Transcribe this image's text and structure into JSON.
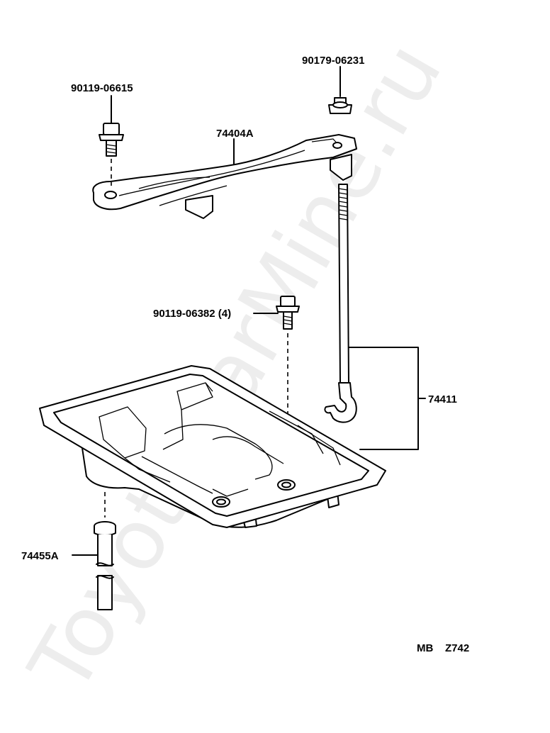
{
  "watermark": "ToyotaCarMine.ru",
  "parts": [
    {
      "code": "90119-06615"
    },
    {
      "code": "90179-06231"
    },
    {
      "code": "74404A"
    },
    {
      "code": "90119-06382 (4)"
    },
    {
      "code": "74411"
    },
    {
      "code": "74455A"
    }
  ],
  "diagram_code": {
    "prefix": "MB",
    "id": "Z742"
  }
}
